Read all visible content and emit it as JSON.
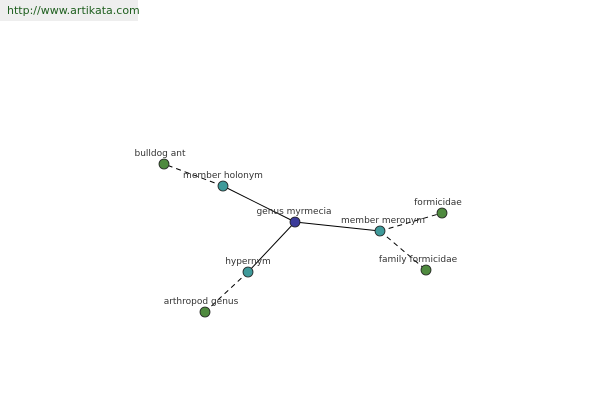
{
  "header": {
    "url": "http://www.artikata.com"
  },
  "colors": {
    "center_node": "#3b3b9a",
    "relation_node": "#3f9a9a",
    "leaf_node": "#4f8a3f",
    "edge": "#000000",
    "url_text": "#1f5f1f"
  },
  "nodes": [
    {
      "id": "center",
      "label": "genus myrmecia",
      "kind": "center"
    },
    {
      "id": "holonym",
      "label": "member holonym",
      "kind": "relation"
    },
    {
      "id": "meronym",
      "label": "member meronym",
      "kind": "relation"
    },
    {
      "id": "hypernym",
      "label": "hypernym",
      "kind": "relation"
    },
    {
      "id": "bulldog",
      "label": "bulldog ant",
      "kind": "leaf"
    },
    {
      "id": "formicidae",
      "label": "formicidae",
      "kind": "leaf"
    },
    {
      "id": "family",
      "label": "family formicidae",
      "kind": "leaf"
    },
    {
      "id": "arthropod",
      "label": "arthropod genus",
      "kind": "leaf"
    }
  ]
}
